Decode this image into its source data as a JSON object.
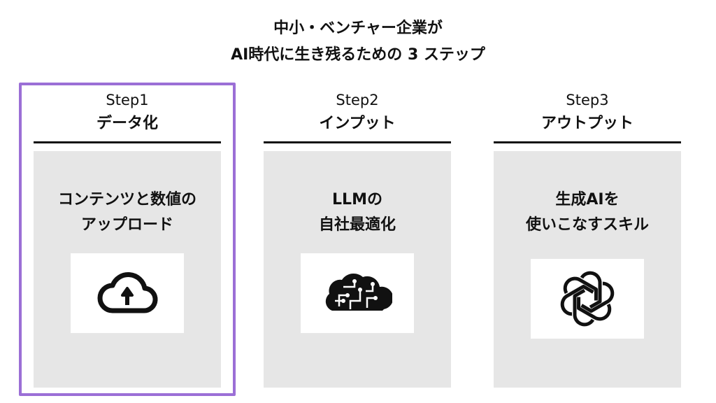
{
  "title": {
    "line1": "中小・ベンチャー企業が",
    "line2": "AI時代に生き残るための 3 ステップ"
  },
  "steps": [
    {
      "label": "Step1",
      "name": "データ化",
      "text_line1": "コンテンツと数値の",
      "text_line2": "アップロード",
      "icon": "cloud-upload-icon",
      "highlighted": true
    },
    {
      "label": "Step2",
      "name": "インプット",
      "text_line1": "LLMの",
      "text_line2": "自社最適化",
      "icon": "circuit-brain-icon",
      "highlighted": false
    },
    {
      "label": "Step3",
      "name": "アウトプット",
      "text_line1": "生成AIを",
      "text_line2": "使いこなすスキル",
      "icon": "openai-logo-icon",
      "highlighted": false
    }
  ],
  "colors": {
    "highlight": "#9b6fd6",
    "panel": "#e6e6e6",
    "text": "#111111"
  }
}
